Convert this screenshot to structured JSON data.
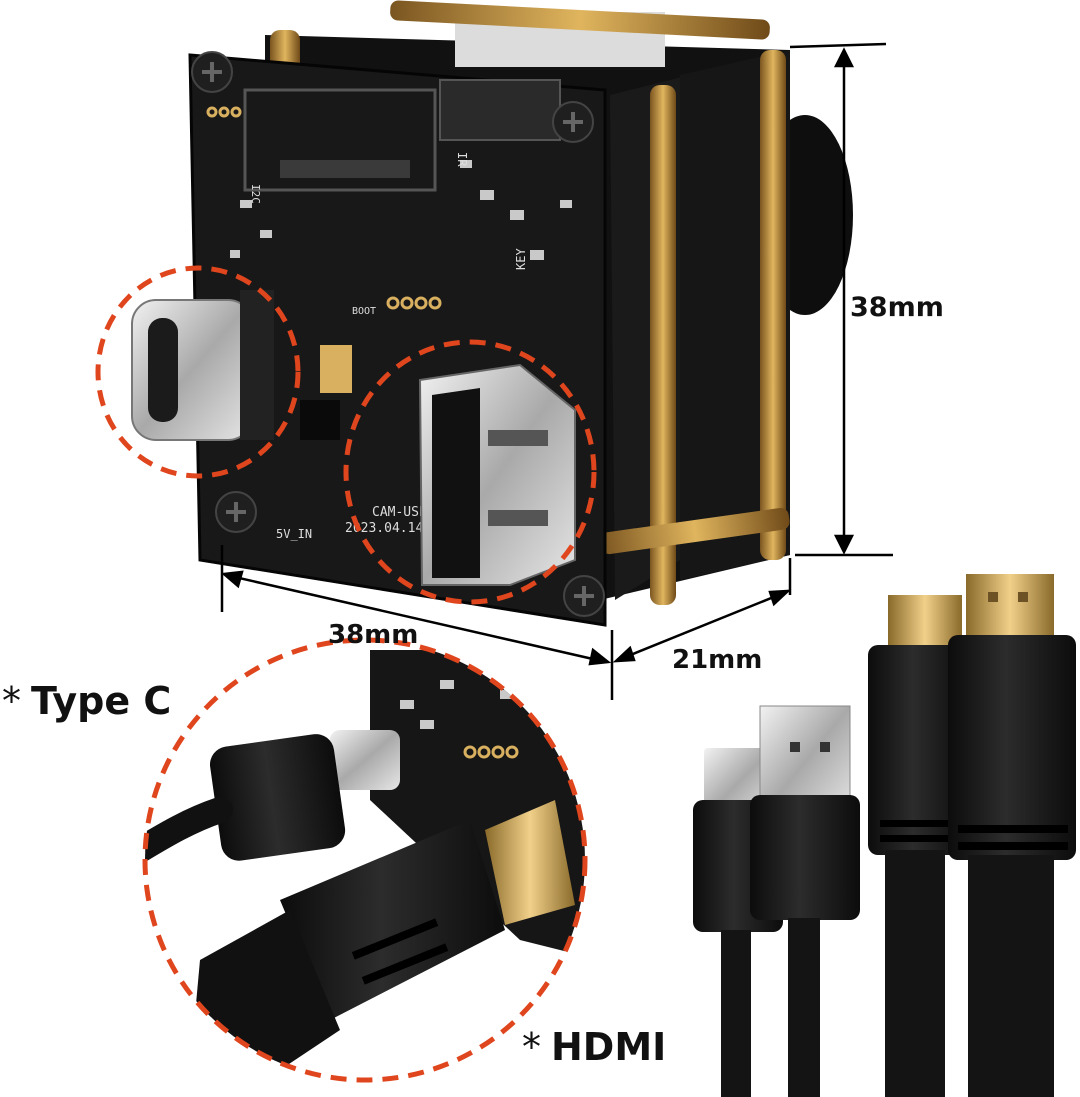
{
  "dimensions": {
    "width_label": "38mm",
    "depth_label": "21mm",
    "height_label": "38mm"
  },
  "callouts": {
    "type_c": {
      "marker": "*",
      "label": "Type C"
    },
    "hdmi": {
      "marker": "*",
      "label": "HDMI"
    }
  },
  "board": {
    "silkscreen_model": "CAM-USB",
    "silkscreen_date": "2023.04.14",
    "silkscreen_power": "5V_IN",
    "silkscreen_key": "KEY",
    "silkscreen_boot": "BOOT",
    "silkscreen_ir": "IR",
    "silkscreen_i2c": "I2C"
  },
  "colors": {
    "highlight_circle": "#e0461e",
    "pcb": "#161616",
    "standoff_brass": "#b8883a",
    "connector_silver": "#c9c9c9",
    "gold_plug": "#d8b060",
    "cable_black": "#141414",
    "text": "#111111"
  }
}
